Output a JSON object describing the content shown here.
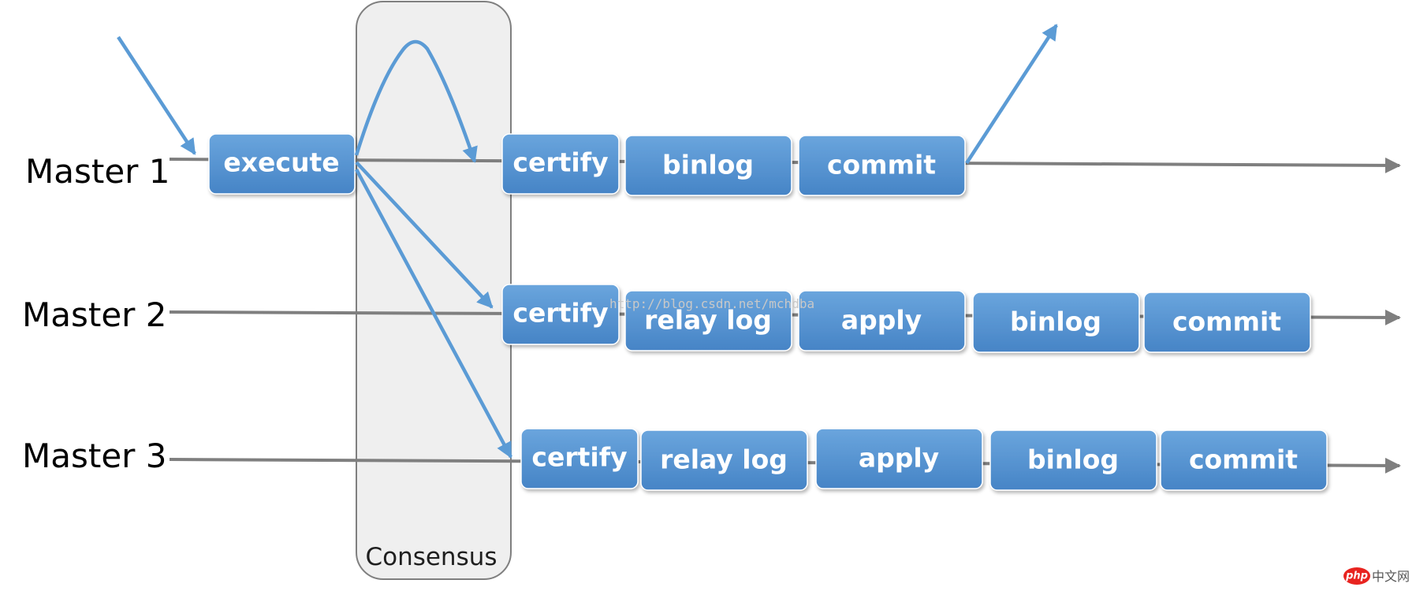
{
  "lanes": [
    {
      "label": "Master 1"
    },
    {
      "label": "Master 2"
    },
    {
      "label": "Master 3"
    }
  ],
  "steps": {
    "m1": [
      "execute",
      "certify",
      "binlog",
      "commit"
    ],
    "m2": [
      "certify",
      "relay log",
      "apply",
      "binlog",
      "commit"
    ],
    "m3": [
      "certify",
      "relay log",
      "apply",
      "binlog",
      "commit"
    ]
  },
  "consensus": {
    "label": "Consensus"
  },
  "watermark": "http://blog.csdn.net/mchdba",
  "brand": {
    "badge": "php",
    "text": "中文网"
  },
  "colors": {
    "box_top": "#6aa5dd",
    "box_bottom": "#4684c6",
    "flow": "#5b9bd5",
    "timeline": "#7f7f7f",
    "consensus_fill": "#efefef",
    "brand_badge": "#e8231f"
  }
}
